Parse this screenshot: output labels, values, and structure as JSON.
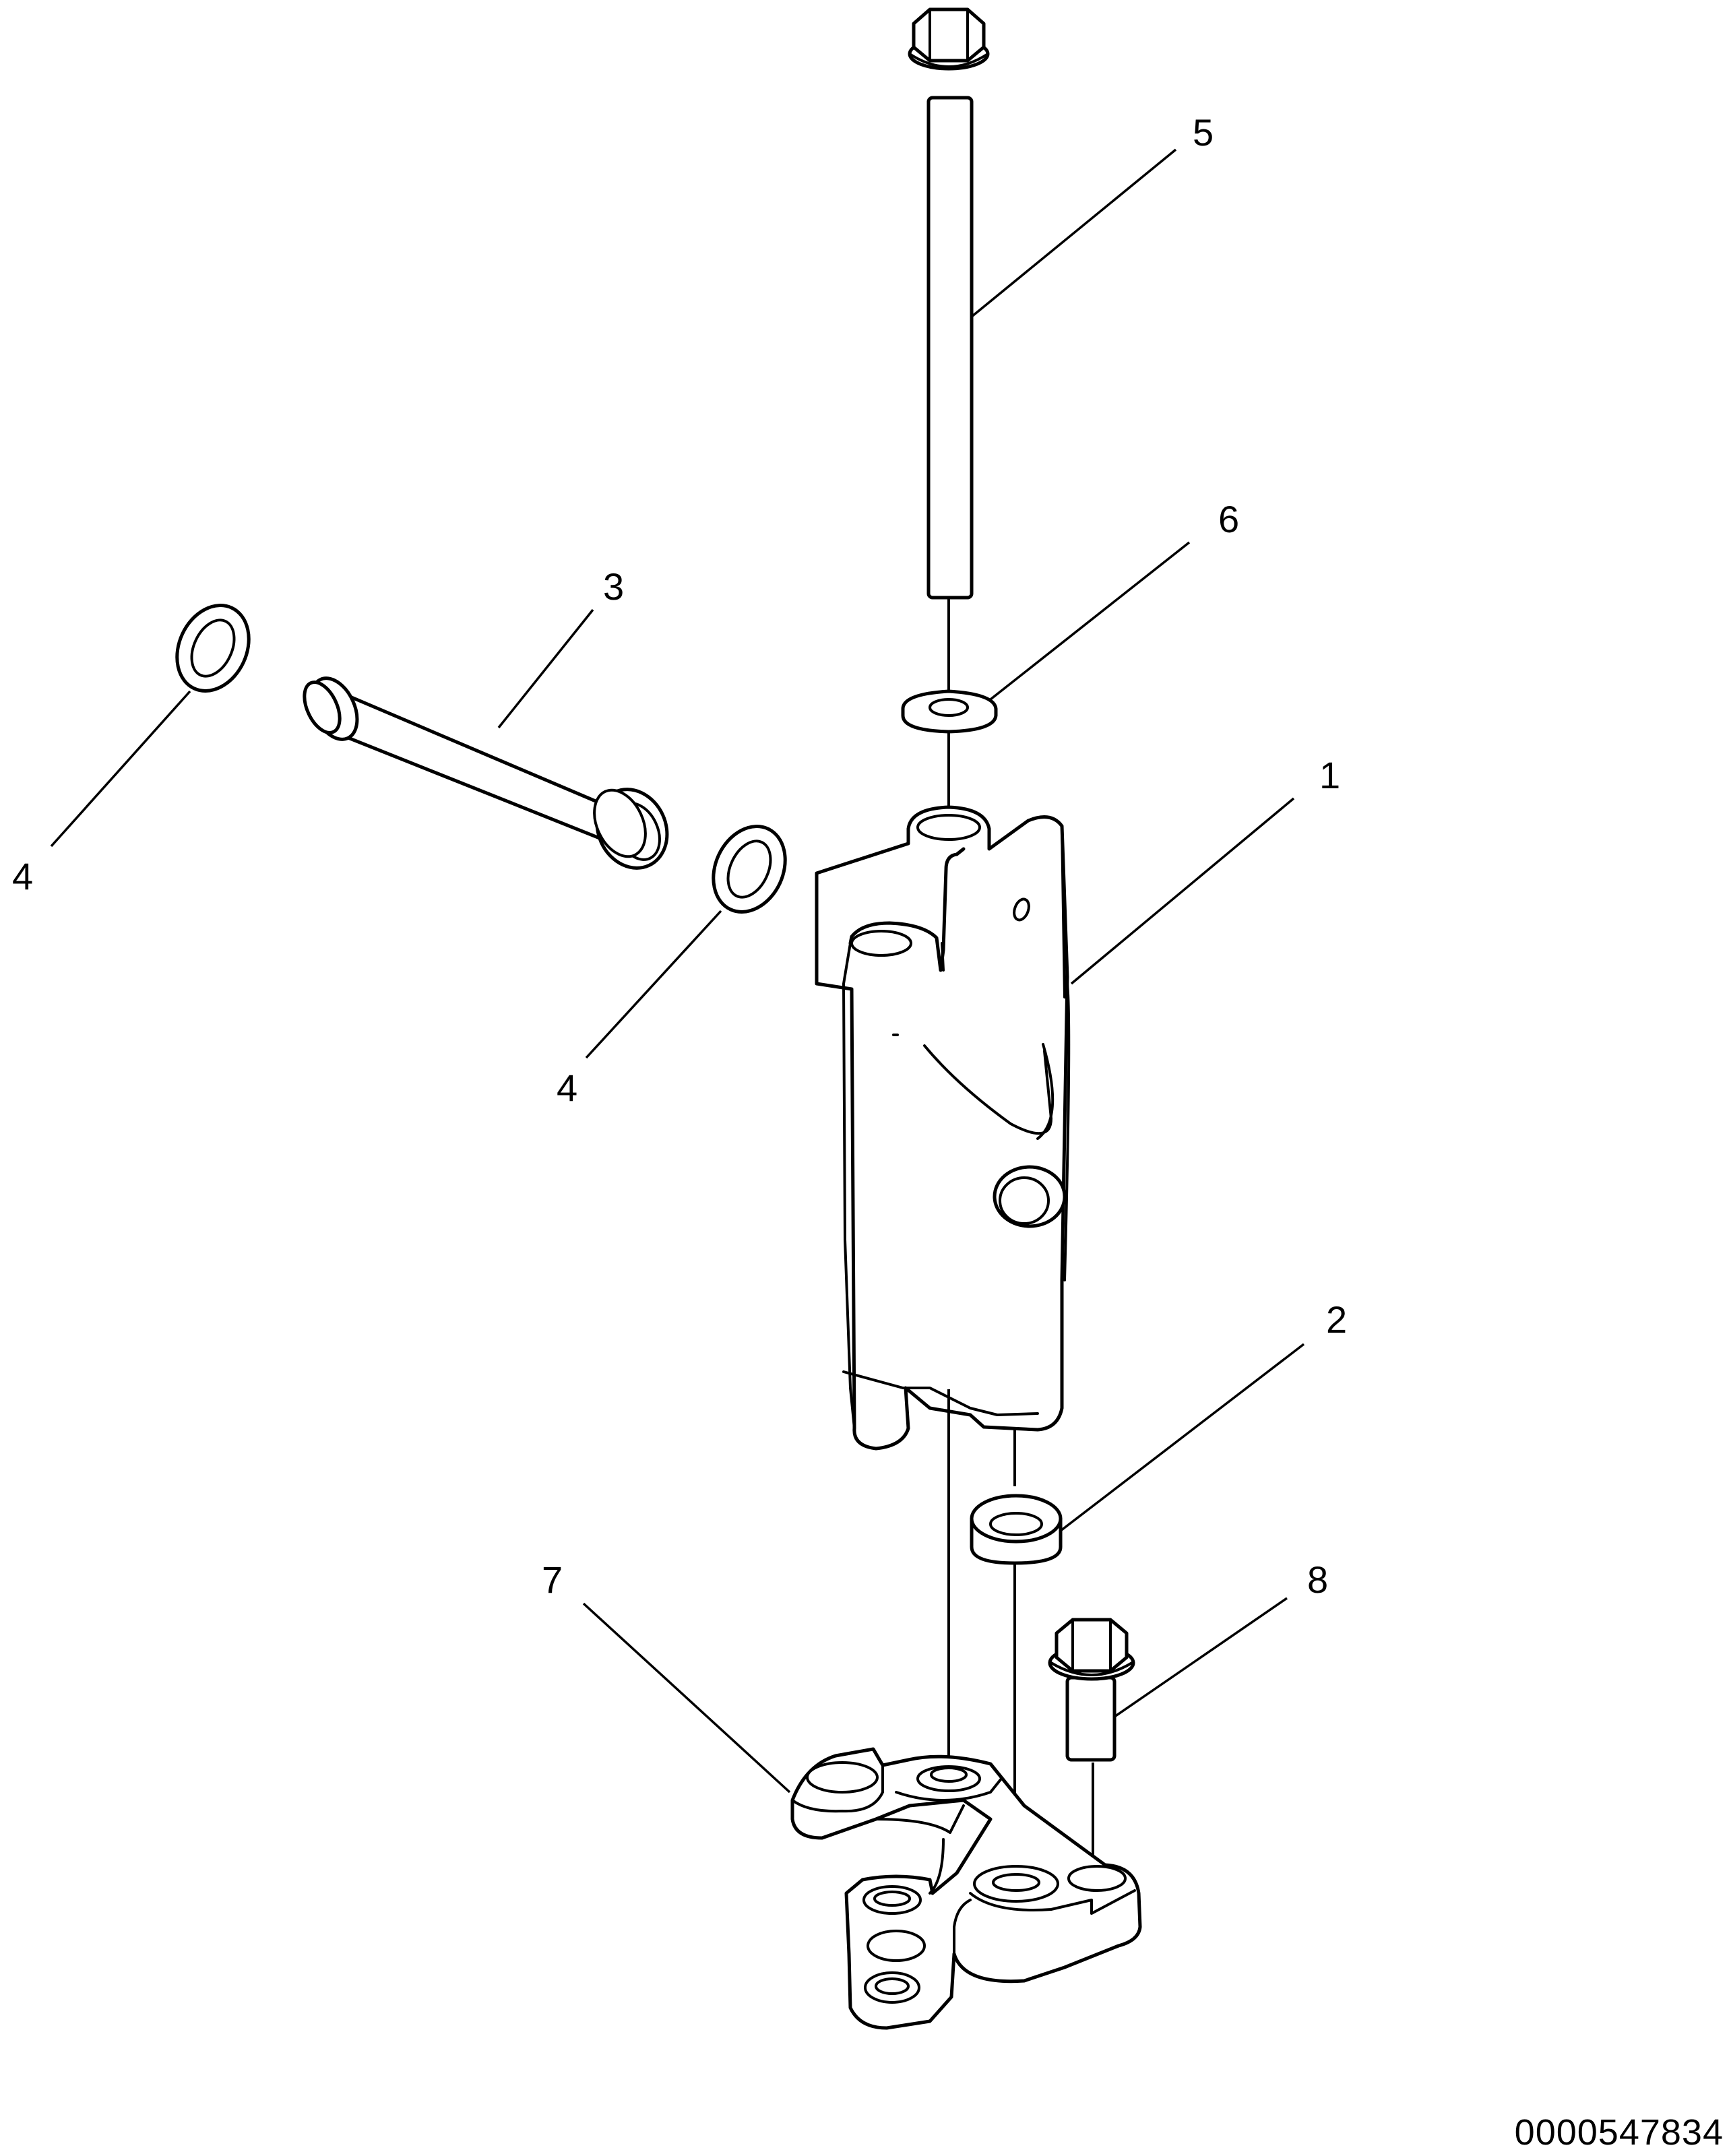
{
  "figure_id": "0000547834",
  "callouts": {
    "c1": "1",
    "c2": "2",
    "c3": "3",
    "c4a": "4",
    "c4b": "4",
    "c5": "5",
    "c6": "6",
    "c7": "7",
    "c8": "8"
  },
  "colors": {
    "line": "#000000",
    "fill": "#ffffff"
  }
}
